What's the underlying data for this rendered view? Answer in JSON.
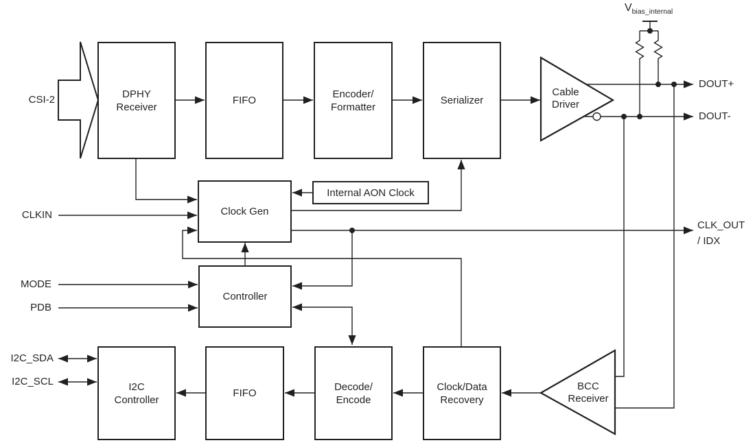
{
  "diagram": {
    "type": "functional-block-diagram",
    "blocks": {
      "dphy_receiver": {
        "line1": "DPHY",
        "line2": "Receiver"
      },
      "fifo_top": {
        "label": "FIFO"
      },
      "encoder_formatter": {
        "line1": "Encoder/",
        "line2": "Formatter"
      },
      "serializer": {
        "label": "Serializer"
      },
      "cable_driver": {
        "line1": "Cable",
        "line2": "Driver"
      },
      "clock_gen": {
        "label": "Clock Gen"
      },
      "internal_aon_clock": {
        "label": "Internal AON Clock"
      },
      "controller": {
        "label": "Controller"
      },
      "i2c_controller": {
        "line1": "I2C",
        "line2": "Controller"
      },
      "fifo_bottom": {
        "label": "FIFO"
      },
      "decode_encode": {
        "line1": "Decode/",
        "line2": "Encode"
      },
      "clock_data_recovery": {
        "line1": "Clock/Data",
        "line2": "Recovery"
      },
      "bcc_receiver": {
        "line1": "BCC",
        "line2": "Receiver"
      }
    },
    "ports": {
      "csi2": "CSI-2",
      "clkin": "CLKIN",
      "mode": "MODE",
      "pdb": "PDB",
      "i2c_sda": "I2C_SDA",
      "i2c_scl": "I2C_SCL",
      "dout_plus": "DOUT+",
      "dout_minus": "DOUT-",
      "clk_out_line1": "CLK_OUT",
      "clk_out_line2": "/ IDX",
      "vbias_prefix": "V",
      "vbias_subscript": "bias_internal"
    },
    "colors": {
      "background": "#ffffff",
      "line": "#231f20",
      "text": "#231f20",
      "block_fill": "#ffffff"
    }
  }
}
